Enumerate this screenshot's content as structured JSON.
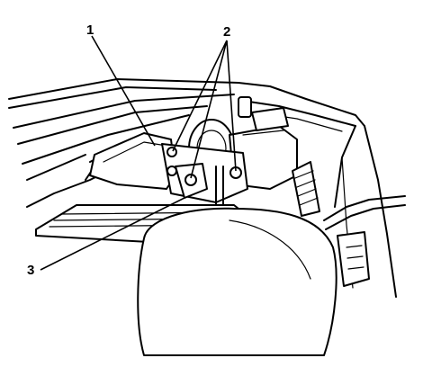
{
  "diagram": {
    "callouts": [
      {
        "id": "1",
        "label": "1"
      },
      {
        "id": "2",
        "label": "2"
      },
      {
        "id": "3",
        "label": "3"
      }
    ]
  }
}
